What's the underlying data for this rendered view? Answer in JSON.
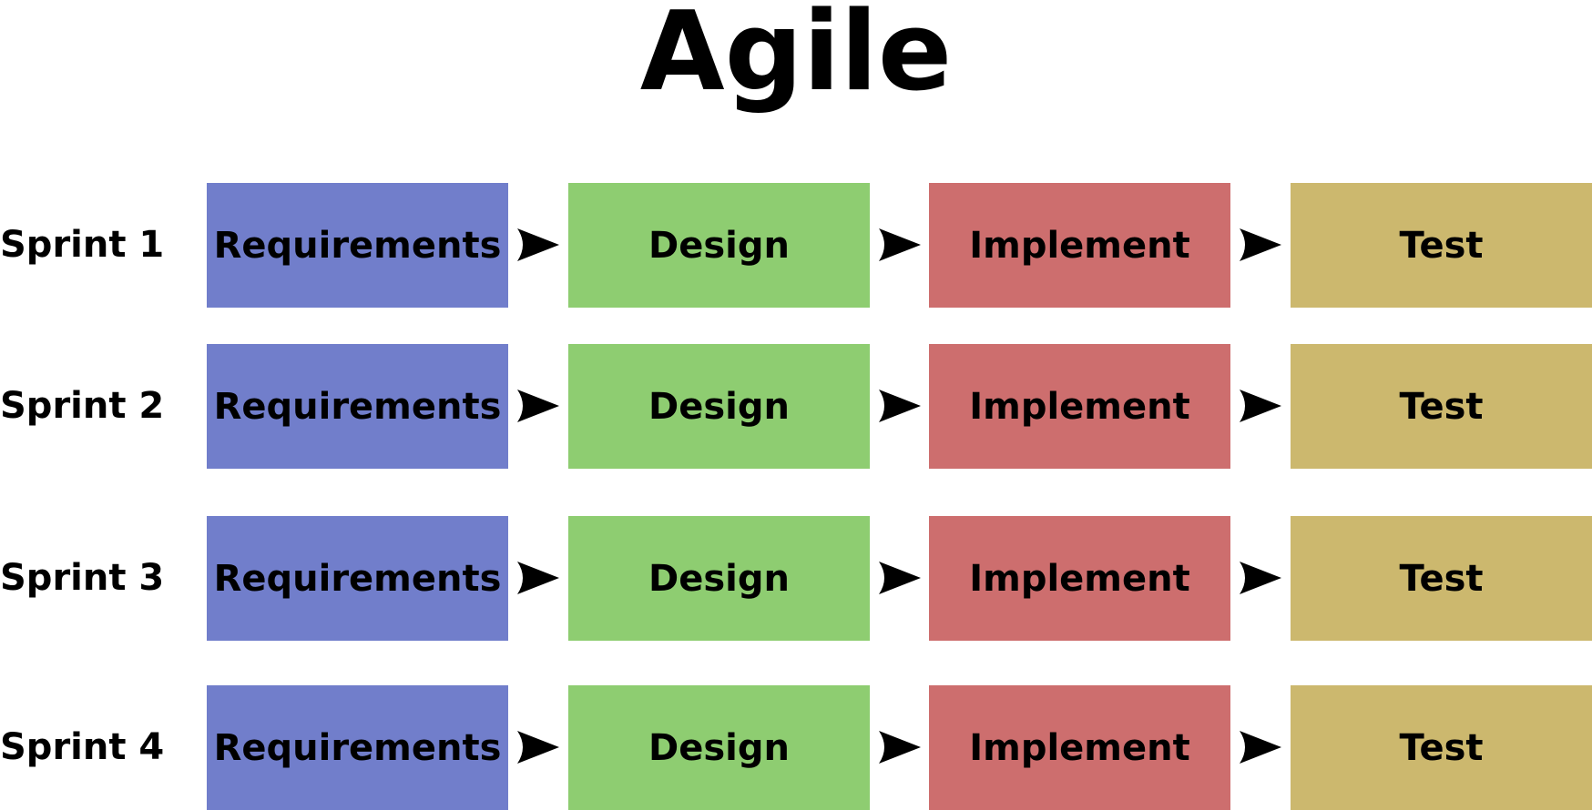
{
  "title": "Agile",
  "phase_colors": {
    "requirements": "#717ecb",
    "design": "#8ecd71",
    "implement": "#cd6e6e",
    "test": "#ccb86e"
  },
  "sprints": [
    {
      "label": "Sprint 1",
      "phases": [
        "Requirements",
        "Design",
        "Implement",
        "Test"
      ]
    },
    {
      "label": "Sprint 2",
      "phases": [
        "Requirements",
        "Design",
        "Implement",
        "Test"
      ]
    },
    {
      "label": "Sprint 3",
      "phases": [
        "Requirements",
        "Design",
        "Implement",
        "Test"
      ]
    },
    {
      "label": "Sprint 4",
      "phases": [
        "Requirements",
        "Design",
        "Implement",
        "Test"
      ]
    }
  ]
}
